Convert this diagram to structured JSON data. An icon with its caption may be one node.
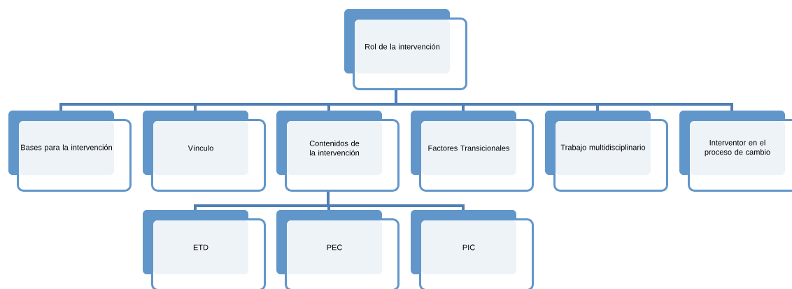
{
  "diagram": {
    "nodes": [
      {
        "text": [
          "Rol de la intervención"
        ]
      },
      {
        "text": [
          "Bases para la intervención"
        ]
      },
      {
        "text": [
          "Vínculo"
        ]
      },
      {
        "text": [
          "Contenidos de la intervención"
        ]
      },
      {
        "text": [
          "Factores Transicionales"
        ]
      },
      {
        "text": [
          "Trabajo multidisciplinario"
        ]
      },
      {
        "text": [
          "Interventor en el proceso de cambio"
        ]
      },
      {
        "text": [
          "ETD"
        ]
      },
      {
        "text": [
          "PEC"
        ]
      },
      {
        "text": [
          "PIC"
        ]
      }
    ],
    "edges": [
      {
        "from": 0,
        "to": 1,
        "arrow": "none"
      },
      {
        "from": 0,
        "to": 2,
        "arrow": "none"
      },
      {
        "from": 0,
        "to": 3,
        "arrow": "none"
      },
      {
        "from": 0,
        "to": 4,
        "arrow": "none"
      },
      {
        "from": 0,
        "to": 5,
        "arrow": "none"
      },
      {
        "from": 0,
        "to": 6,
        "arrow": "none"
      },
      {
        "from": 3,
        "to": 7,
        "arrow": "none"
      },
      {
        "from": 3,
        "to": 8,
        "arrow": "none"
      },
      {
        "from": 3,
        "to": 9,
        "arrow": "none"
      }
    ]
  }
}
